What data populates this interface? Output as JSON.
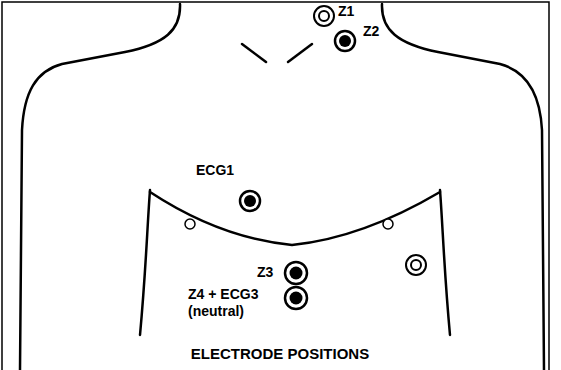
{
  "diagram": {
    "caption": "ELECTRODE POSITIONS",
    "labels": [
      "Z1",
      "Z2",
      "ECG1",
      "Z3",
      "Z4 + ECG3 (neutral)"
    ]
  }
}
